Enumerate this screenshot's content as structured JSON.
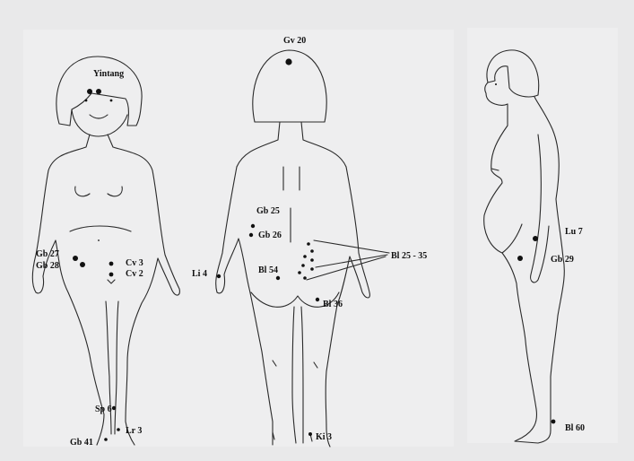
{
  "figures": {
    "front": {
      "labels": {
        "yintang": "Yintang",
        "gb27": "Gb 27",
        "gb28": "Gb 28",
        "cv3": "Cv 3",
        "cv2": "Cv 2",
        "sp6": "Sp 6",
        "lr3": "Lr 3",
        "gb41": "Gb 41"
      }
    },
    "back": {
      "labels": {
        "gv20": "Gv 20",
        "gb25": "Gb 25",
        "gb26": "Gb 26",
        "li4": "Li 4",
        "bl54": "Bl 54",
        "bl25_35": "Bl 25 - 35",
        "bl36": "Bl 36",
        "ki3": "Ki 3"
      }
    },
    "side": {
      "labels": {
        "lu7": "Lu 7",
        "gb29": "Gb 29",
        "bl60": "Bl 60"
      }
    }
  },
  "colors": {
    "background": "#e9e9ea",
    "panel": "#eeeeef",
    "ink": "#111111"
  }
}
